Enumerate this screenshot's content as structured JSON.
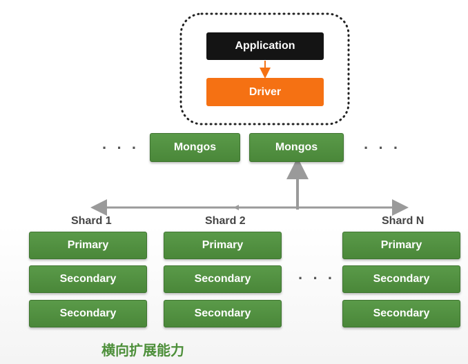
{
  "client": {
    "application": "Application",
    "driver": "Driver"
  },
  "routers": {
    "ellipsis_left": "· · ·",
    "ellipsis_right": "· · ·",
    "items": [
      "Mongos",
      "Mongos"
    ]
  },
  "shards": [
    {
      "name": "Shard 1",
      "nodes": [
        "Primary",
        "Secondary",
        "Secondary"
      ]
    },
    {
      "name": "Shard 2",
      "nodes": [
        "Primary",
        "Secondary",
        "Secondary"
      ]
    },
    {
      "name": "Shard N",
      "nodes": [
        "Primary",
        "Secondary",
        "Secondary"
      ]
    }
  ],
  "shard_ellipsis": "· · ·",
  "footer": "横向扩展能力",
  "colors": {
    "application": "#141414",
    "driver": "#f57113",
    "node_green": "#4a8739",
    "footer_green": "#4d8f3a",
    "connector": "#999999"
  }
}
